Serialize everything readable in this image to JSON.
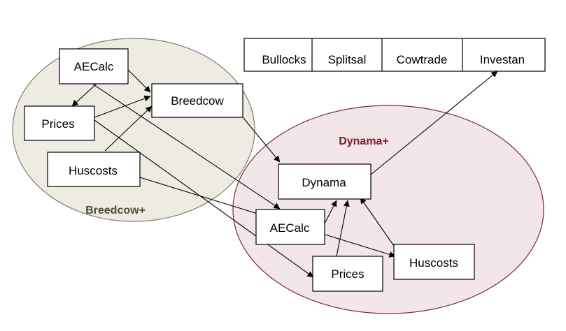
{
  "colors": {
    "breedcow_group_fill": "#eeece2",
    "breedcow_group_stroke": "#7f7d6e",
    "breedcow_group_label": "#4f4b2e",
    "dynama_group_fill": "#f2e6e8",
    "dynama_group_stroke": "#7b2a38",
    "dynama_group_label": "#7b1a2e"
  },
  "groups": {
    "breedcow": {
      "label": "Breedcow+"
    },
    "dynama": {
      "label": "Dynama+"
    }
  },
  "nodes": {
    "aecalc_left": "AECalc",
    "breedcow": "Breedcow",
    "prices_left": "Prices",
    "huscosts_left": "Huscosts",
    "dynama": "Dynama",
    "aecalc_right": "AECalc",
    "prices_right": "Prices",
    "huscosts_right": "Huscosts"
  },
  "toolbar": [
    "Bullocks",
    "Splitsal",
    "Cowtrade",
    "Investan"
  ]
}
